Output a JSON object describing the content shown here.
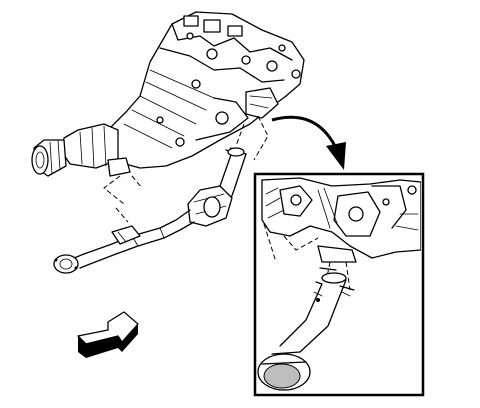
{
  "figure": {
    "labels": [],
    "icons": [
      "transmission",
      "catalytic-converter",
      "exhaust-pipe",
      "view-arrow",
      "direction-arrow",
      "detail-inset"
    ]
  }
}
